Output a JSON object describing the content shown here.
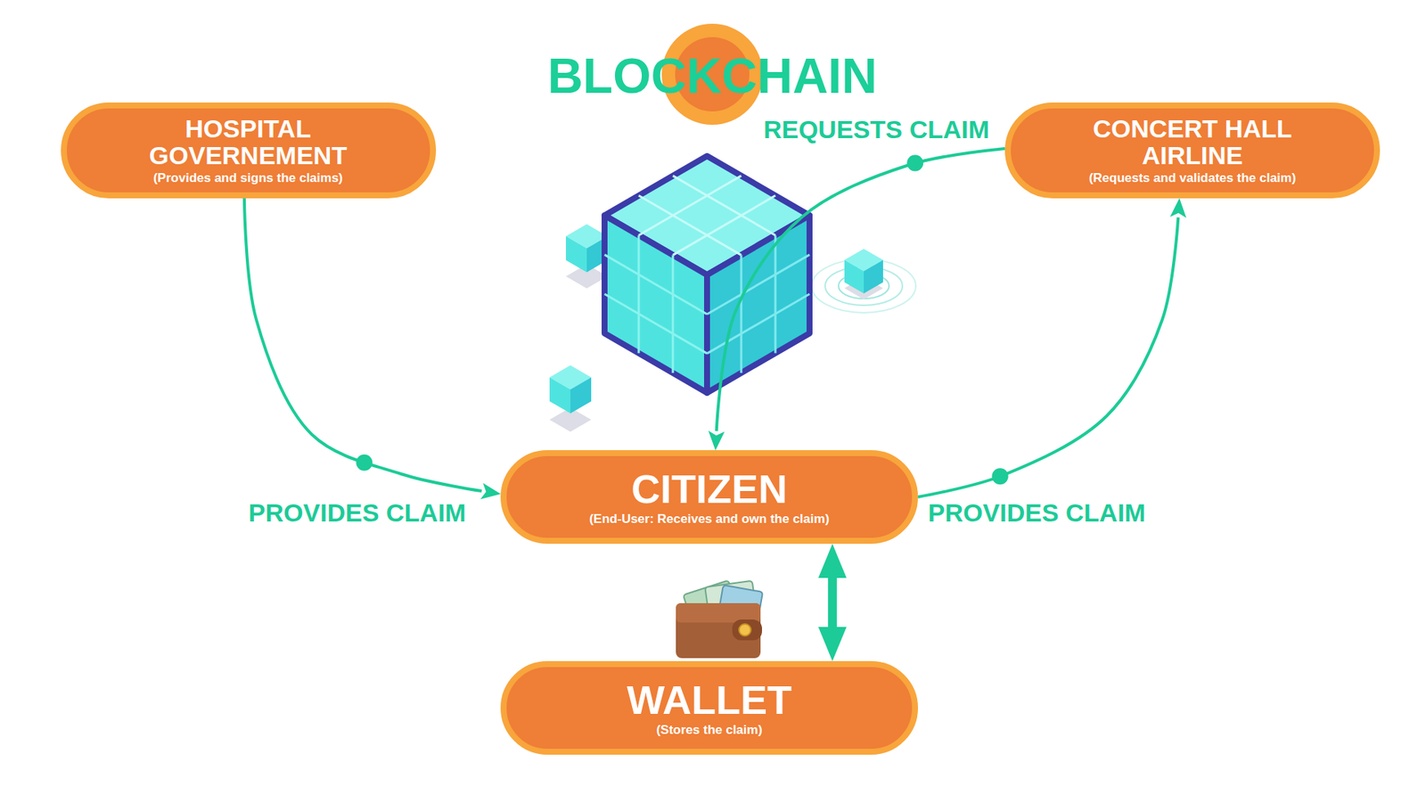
{
  "diagram": {
    "title": "BLOCKCHAIN",
    "nodes": [
      {
        "text": [
          "HOSPITAL GOVERNEMENT",
          "(Provides and signs the claims)"
        ]
      },
      {
        "text": [
          "CONCERT HALL AIRLINE",
          "(Requests and validates the claim)"
        ]
      },
      {
        "text": [
          "CITIZEN",
          "(End-User: Receives and own the claim)"
        ]
      },
      {
        "text": [
          "WALLET",
          "(Stores the claim)"
        ]
      }
    ],
    "edges": [
      {
        "from": 0,
        "to": 2,
        "label": "PROVIDES CLAIM",
        "arrow": "to"
      },
      {
        "from": 1,
        "to": 2,
        "label": "REQUESTS CLAIM",
        "arrow": "to"
      },
      {
        "from": 2,
        "to": 1,
        "label": "PROVIDES CLAIM",
        "arrow": "to"
      },
      {
        "from": 2,
        "to": 3,
        "arrow": "both"
      }
    ]
  }
}
